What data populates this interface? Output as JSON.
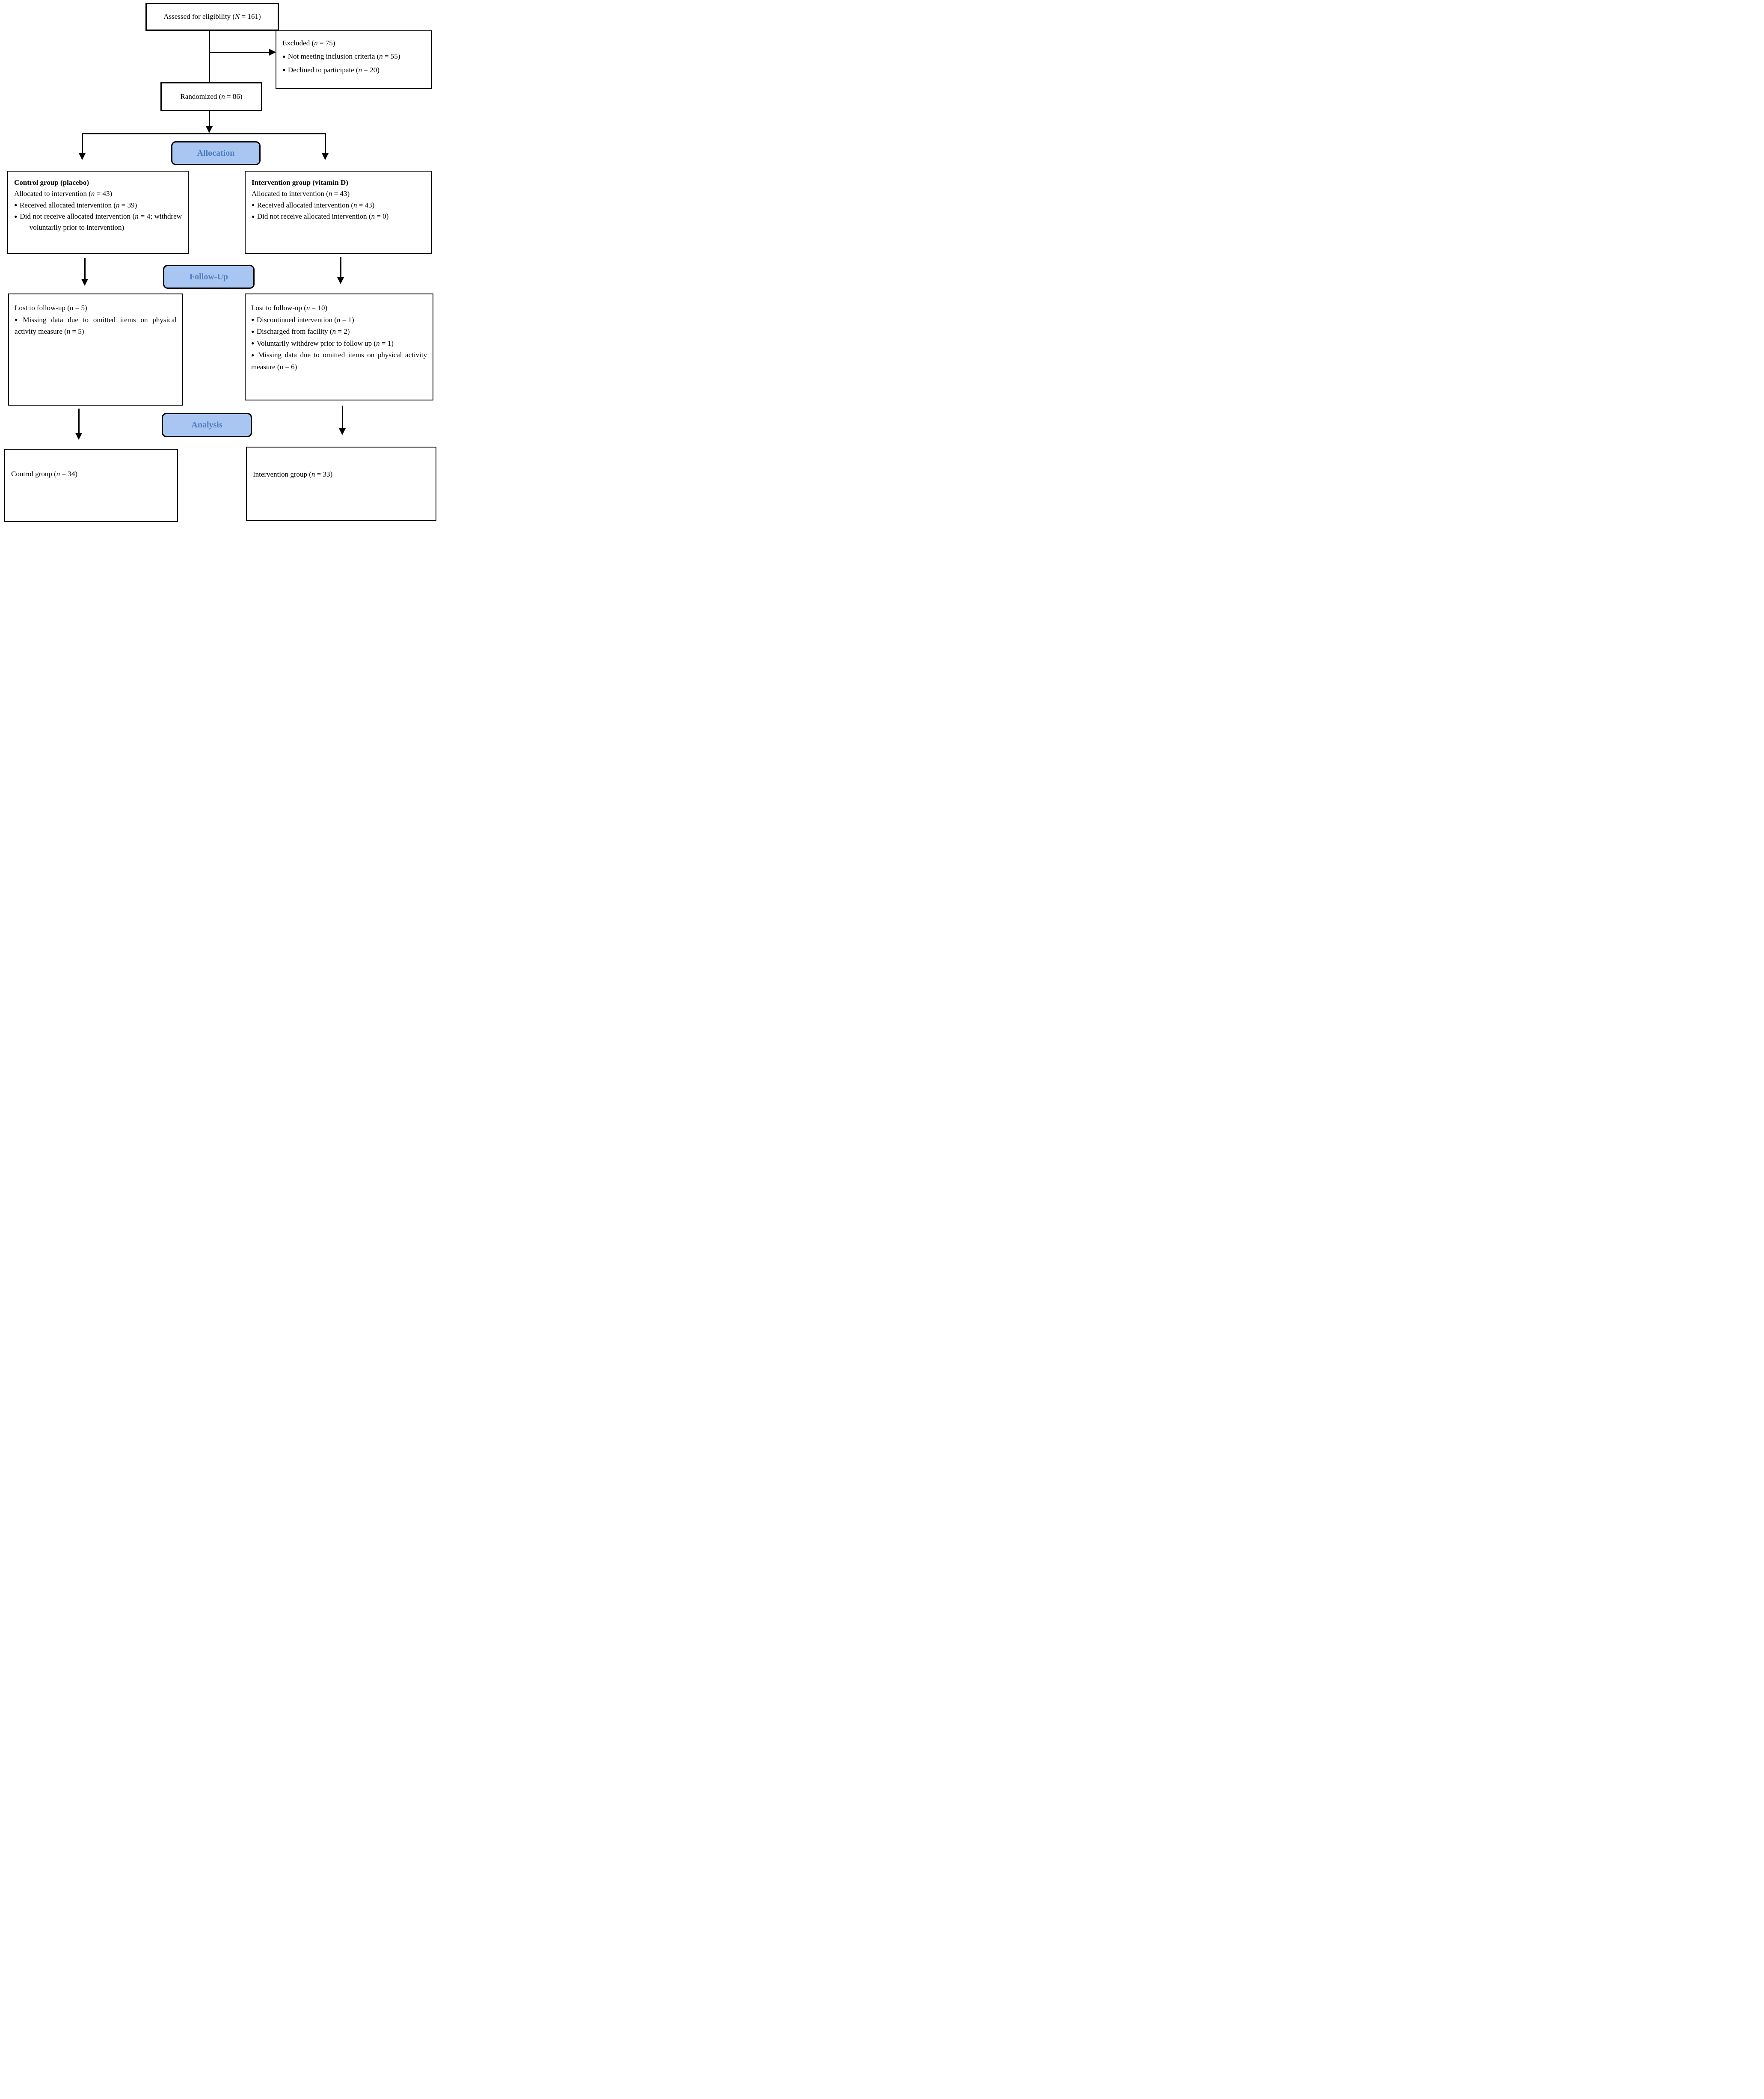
{
  "bullet": {
    "glyph": "●"
  },
  "colors": {
    "banner_fill": "#a9c6f2",
    "banner_text": "#4a7cbd",
    "line": "#000000"
  },
  "boxes": {
    "assessed": {
      "text": "Assessed for eligibility (*N* = 161)"
    },
    "excluded": {
      "title": "Excluded (*n* = 75)",
      "items": [
        "Not meeting inclusion criteria (*n* = 55)",
        "Declined to participate (*n* = 20)"
      ]
    },
    "randomized": {
      "text": "Randomized (*n* = 86)"
    },
    "allocation_banner": {
      "label": "Allocation"
    },
    "control": {
      "title": "Control group (placebo)",
      "subtitle": "Allocated to intervention (*n* = 43)",
      "items": [
        "Received allocated intervention (*n* = 39)",
        "Did not receive allocated intervention (*n* = 4; withdrew voluntarily prior to intervention)"
      ]
    },
    "intervention": {
      "title": "Intervention group (vitamin D)",
      "subtitle": "Allocated to intervention (*n* = 43)",
      "items": [
        "Received allocated intervention (*n* = 43)",
        "Did not receive allocated intervention (*n* = 0)"
      ]
    },
    "followup_banner": {
      "label": "Follow-Up"
    },
    "followup_control": {
      "title": "Lost to follow-up (n = 5)",
      "items": [
        "Missing data due to omitted items on physical activity measure (*n* = 5)"
      ]
    },
    "followup_intervention": {
      "title": "Lost to follow-up (*n* = 10)",
      "items": [
        "Discontinued intervention (*n* = 1)",
        "Discharged from facility (*n* = 2)",
        "Voluntarily withdrew prior to follow up (*n* = 1)",
        "Missing data due to omitted items on physical activity measure (n = 6)"
      ]
    },
    "analysis_banner": {
      "label": "Analysis"
    },
    "analysis_control": {
      "text": "Control group (*n* = 34)"
    },
    "analysis_intervention": {
      "text": "Intervention group (*n* = 33)"
    }
  }
}
